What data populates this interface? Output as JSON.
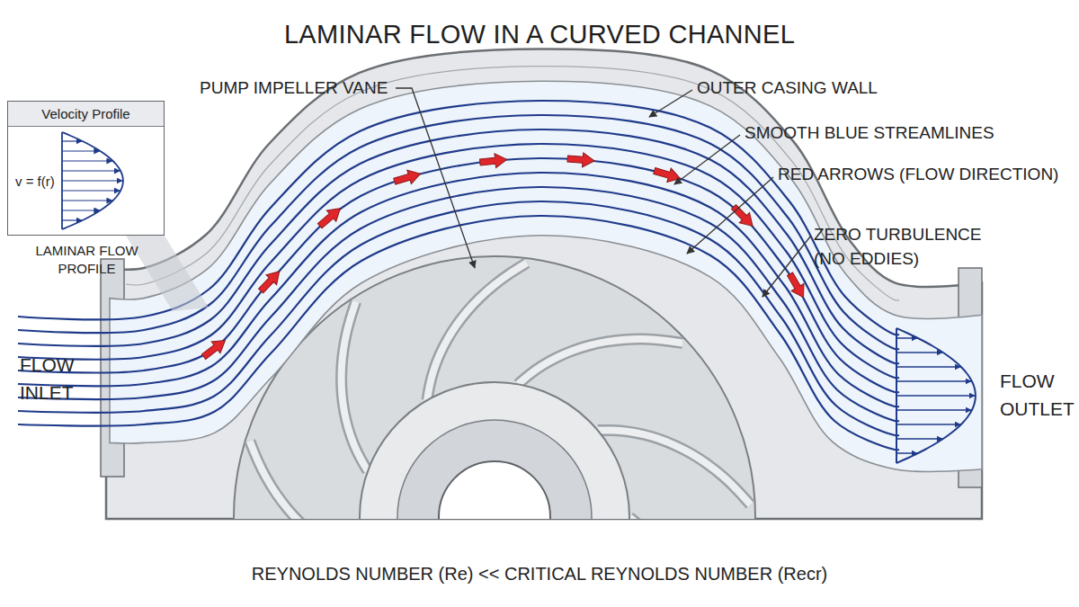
{
  "diagram": {
    "title": "LAMINAR FLOW IN A CURVED CHANNEL",
    "caption": "REYNOLDS NUMBER (Re) << CRITICAL REYNOLDS NUMBER (Recr)",
    "nodes": [
      {
        "text": [
          "Velocity Profile",
          "v = f(r)",
          "LAMINAR FLOW PROFILE"
        ]
      }
    ],
    "labels": [
      "PUMP IMPELLER VANE",
      "OUTER CASING WALL",
      "SMOOTH BLUE STREAMLINES",
      "RED ARROWS (FLOW DIRECTION)",
      "ZERO TURBULENCE (NO EDDIES)",
      "FLOW INLET",
      "FLOW OUTLET"
    ]
  }
}
